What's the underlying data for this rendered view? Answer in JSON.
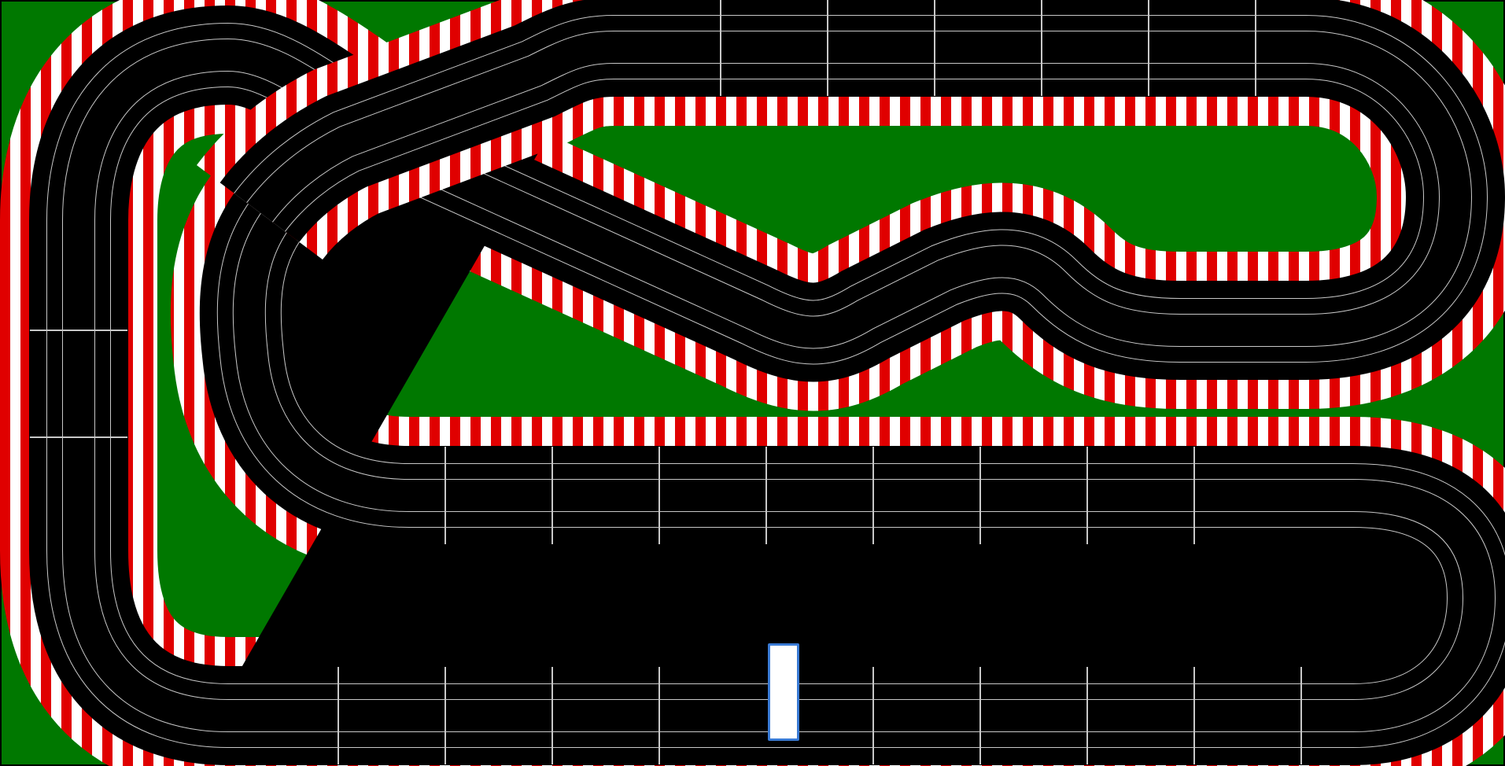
{
  "layout": {
    "description_visible_text": "",
    "colors": {
      "background": "#000000",
      "grass": "#007800",
      "kerb_red": "#e00000",
      "kerb_white": "#ffffff",
      "asphalt": "#000000",
      "slot_line": "#c8c8c8",
      "start_marker_border": "#3a7bd5"
    },
    "elements": {
      "track_type": "slot-car-track-layout",
      "lanes": 2,
      "features": [
        "crossover-bridge",
        "start-finish-marker",
        "hairpin",
        "chicane"
      ]
    }
  }
}
